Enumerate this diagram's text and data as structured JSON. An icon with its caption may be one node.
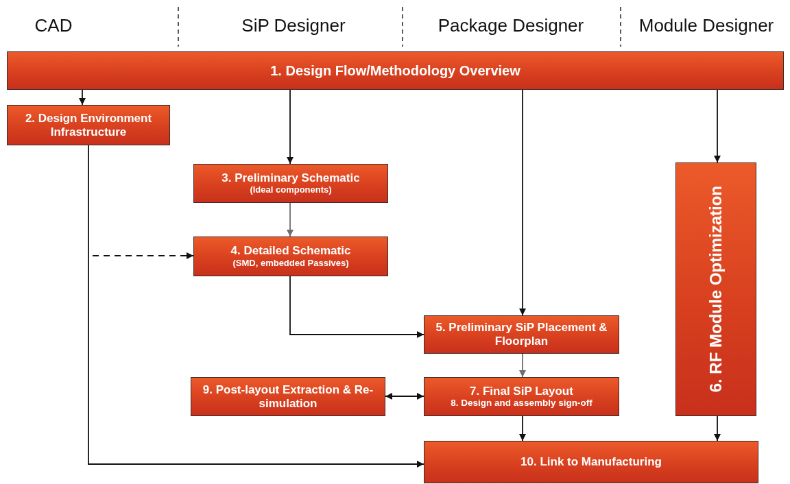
{
  "diagram": {
    "nodes": [
      {
        "text": [
          "1. Design Flow/Methodology Overview"
        ]
      },
      {
        "text": [
          "2. Design Environment Infrastructure"
        ]
      },
      {
        "text": [
          "3. Preliminary Schematic",
          "(Ideal components)"
        ]
      },
      {
        "text": [
          "4. Detailed Schematic",
          "(SMD, embedded Passives)"
        ]
      },
      {
        "text": [
          "5. Preliminary SiP Placement & Floorplan"
        ]
      },
      {
        "text": [
          "6. RF Module Optimization"
        ]
      },
      {
        "text": [
          "7. Final SiP Layout",
          "8. Design and assembly sign-off"
        ]
      },
      {
        "text": [
          "9. Post-layout Extraction & Re-simulation"
        ]
      },
      {
        "text": [
          "10. Link to Manufacturing"
        ]
      }
    ],
    "edges": [
      {
        "from": 0,
        "to": 1,
        "arrow": "to"
      },
      {
        "from": 0,
        "to": 2,
        "arrow": "to"
      },
      {
        "from": 0,
        "to": 4,
        "arrow": "to"
      },
      {
        "from": 0,
        "to": 5,
        "arrow": "to"
      },
      {
        "from": 2,
        "to": 3,
        "arrow": "to",
        "color": "#6e6e6e"
      },
      {
        "from": null,
        "to": 3,
        "arrow": "to",
        "style": "dashed"
      },
      {
        "from": 3,
        "to": 4,
        "arrow": "to"
      },
      {
        "from": 4,
        "to": 6,
        "arrow": "to",
        "color": "#6e6e6e"
      },
      {
        "from": 7,
        "to": 6,
        "arrow": "both"
      },
      {
        "from": 6,
        "to": 8,
        "arrow": "to"
      },
      {
        "from": 5,
        "to": 8,
        "arrow": "to"
      },
      {
        "from": 1,
        "to": 8,
        "arrow": "to"
      }
    ],
    "labels": [
      "CAD",
      "SiP Designer",
      "Package Designer",
      "Module Designer"
    ]
  }
}
